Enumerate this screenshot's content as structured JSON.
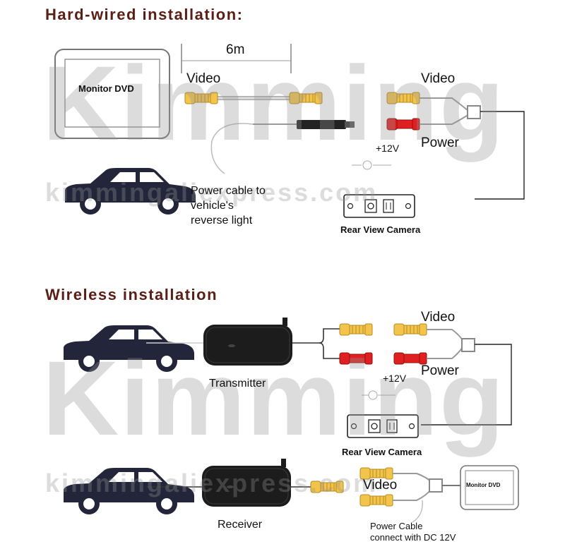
{
  "hardwired": {
    "title": "Hard-wired installation:",
    "distance": "6m",
    "video_left": "Video",
    "video_right": "Video",
    "monitor": "Monitor DVD",
    "plus12": "+12V",
    "power": "Power",
    "power_cable": [
      "Power cable to",
      "vehicle's",
      "reverse light"
    ],
    "camera": "Rear View Camera"
  },
  "wireless": {
    "title": "Wireless installation",
    "video_top": "Video",
    "plus12": "+12V",
    "power": "Power",
    "transmitter": "Transmitter",
    "camera": "Rear View Camera",
    "video_bottom": "Video",
    "monitor": "Monitor DVD",
    "receiver": "Receiver",
    "power_cable": [
      "Power Cable",
      "connect with DC 12V"
    ]
  },
  "watermark": {
    "brand": "Kimming",
    "store": "kimmingaliexpress.com"
  },
  "colors": {
    "heading": "#5a1e14",
    "rca_yellow": "#f2c44c",
    "rca_red": "#e02020",
    "module": "#1c1c1c",
    "car": "#23263a"
  }
}
